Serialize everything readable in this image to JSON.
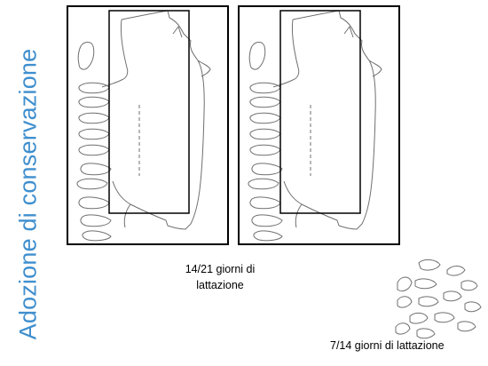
{
  "title": "Adozione di conservazione",
  "captions": {
    "first": "14/21 giorni di lattazione",
    "second": "7/14 giorni di lattazione"
  },
  "colors": {
    "title": "#3f8fce",
    "outline": "#000000",
    "sketch": "#6f6f6f"
  },
  "illustration": {
    "panel_icon": "sow-nursing-piglets-drawing",
    "cluster_icon": "piglet-group-drawing"
  }
}
